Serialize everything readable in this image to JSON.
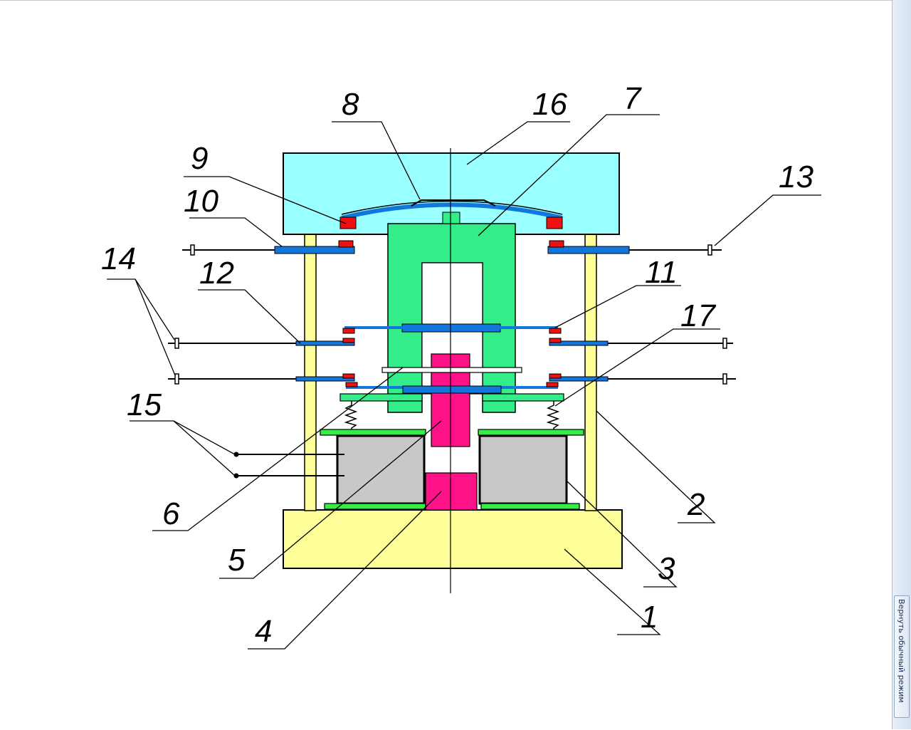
{
  "diagram": {
    "labels": {
      "l1": "1",
      "l2": "2",
      "l3": "3",
      "l4": "4",
      "l5": "5",
      "l6": "6",
      "l7": "7",
      "l8": "8",
      "l9": "9",
      "l10": "10",
      "l11": "11",
      "l12": "12",
      "l13": "13",
      "l14": "14",
      "l15": "15",
      "l16": "16",
      "l17": "17"
    },
    "colors": {
      "cover": "#99ffff",
      "base": "#ffff99",
      "column": "#ffff99",
      "armature": "#33ee88",
      "core": "#ff1188",
      "coil": "#c8c8c8",
      "plate": "#33ee44",
      "contact_bar": "#1177dd",
      "contact_tip": "#ee1111"
    },
    "icons": {
      "terminal": "terminal-clip-icon",
      "spring": "spring-icon",
      "lead_dot": "lead-dot-icon"
    }
  },
  "side_panel": {
    "button_label": "Вернуть обычный режим"
  }
}
